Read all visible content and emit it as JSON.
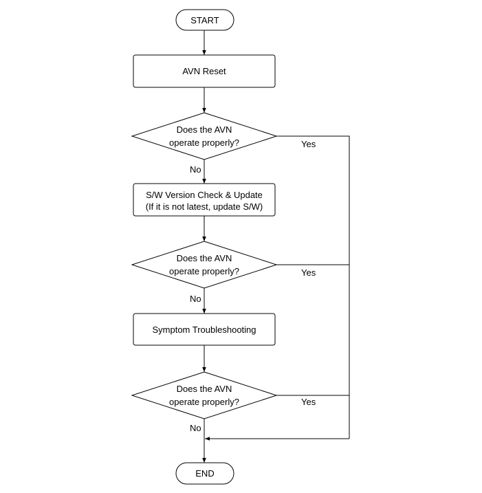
{
  "flowchart": {
    "start_label": "START",
    "end_label": "END",
    "step_reset": "AVN Reset",
    "step_sw_check_line1": "S/W Version Check & Update",
    "step_sw_check_line2": "(If it is not latest, update S/W)",
    "step_troubleshooting": "Symptom Troubleshooting",
    "decision_1": {
      "line1": "Does the AVN",
      "line2": "operate properly?",
      "yes_label": "Yes",
      "no_label": "No"
    },
    "decision_2": {
      "line1": "Does the AVN",
      "line2": "operate properly?",
      "yes_label": "Yes",
      "no_label": "No"
    },
    "decision_3": {
      "line1": "Does the AVN",
      "line2": "operate properly?",
      "yes_label": "Yes",
      "no_label": "No"
    }
  }
}
